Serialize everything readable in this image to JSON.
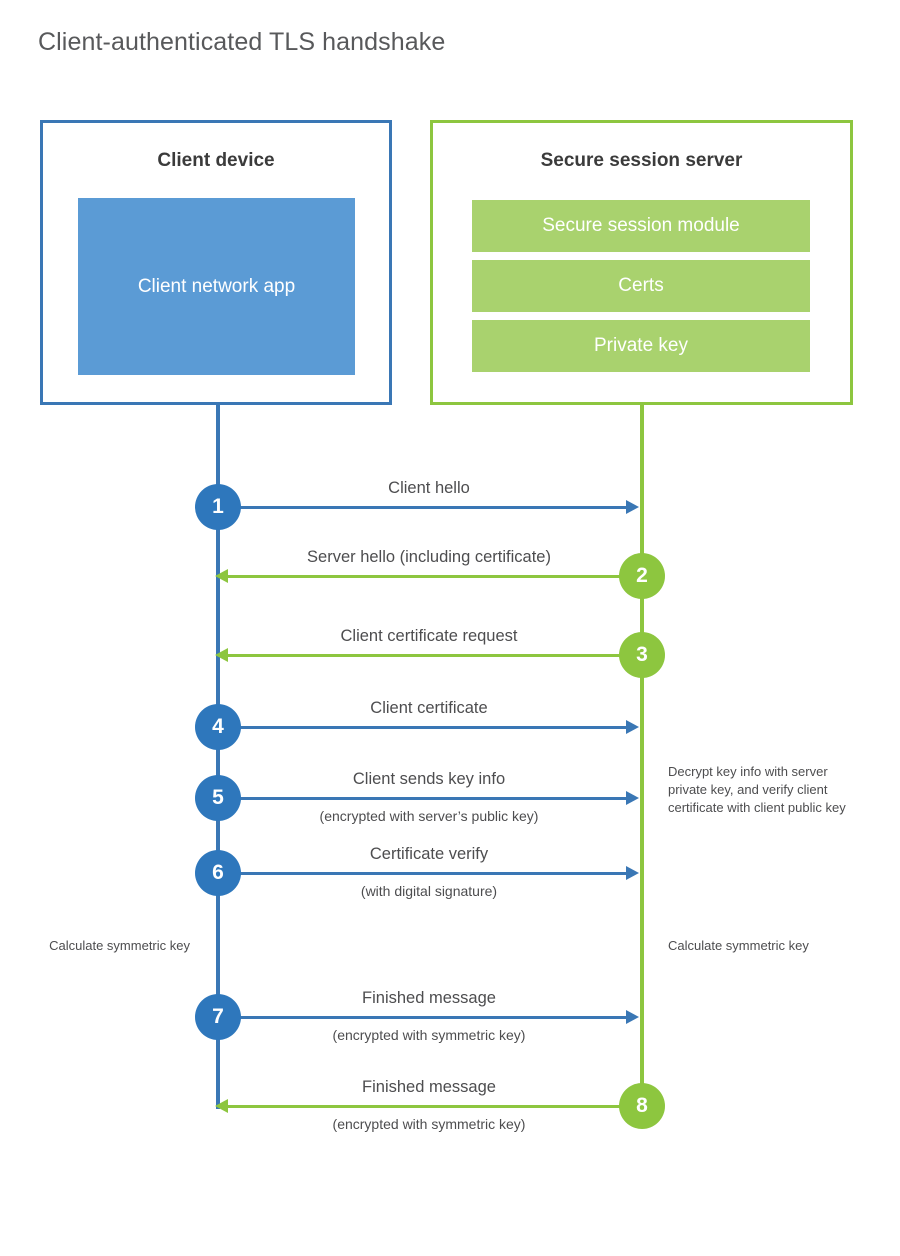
{
  "title": "Client-authenticated TLS handshake",
  "colors": {
    "client_blue": "#3a77b5",
    "client_circle_blue": "#2e77bc",
    "client_app_fill": "#5b9bd5",
    "server_green": "#8dc63f",
    "server_bar_fill": "#a9d26e",
    "text_gray": "#4d4d4f",
    "title_gray": "#58595b",
    "background": "#ffffff"
  },
  "entities": {
    "client": {
      "title": "Client device",
      "app_label": "Client network app"
    },
    "server": {
      "title": "Secure session server",
      "modules": [
        {
          "label": "Secure session module"
        },
        {
          "label": "Certs"
        },
        {
          "label": "Private key"
        }
      ]
    }
  },
  "notes": {
    "server_decrypt": "Decrypt key info with server private key, and verify client certificate with client public key",
    "client_calculate": "Calculate symmetric key",
    "server_calculate": "Calculate symmetric key"
  },
  "steps": [
    {
      "number": "1",
      "label": "Client hello",
      "sublabel": "",
      "direction": "client-to-server"
    },
    {
      "number": "2",
      "label": "Server hello (including certificate)",
      "sublabel": "",
      "direction": "server-to-client"
    },
    {
      "number": "3",
      "label": "Client certificate request",
      "sublabel": "",
      "direction": "server-to-client"
    },
    {
      "number": "4",
      "label": "Client certificate",
      "sublabel": "",
      "direction": "client-to-server"
    },
    {
      "number": "5",
      "label": "Client sends key info",
      "sublabel": "(encrypted with server’s public key)",
      "direction": "client-to-server"
    },
    {
      "number": "6",
      "label": "Certificate verify",
      "sublabel": "(with digital signature)",
      "direction": "client-to-server"
    },
    {
      "number": "7",
      "label": "Finished message",
      "sublabel": "(encrypted with symmetric key)",
      "direction": "client-to-server"
    },
    {
      "number": "8",
      "label": "Finished message",
      "sublabel": "(encrypted with symmetric key)",
      "direction": "server-to-client"
    }
  ]
}
